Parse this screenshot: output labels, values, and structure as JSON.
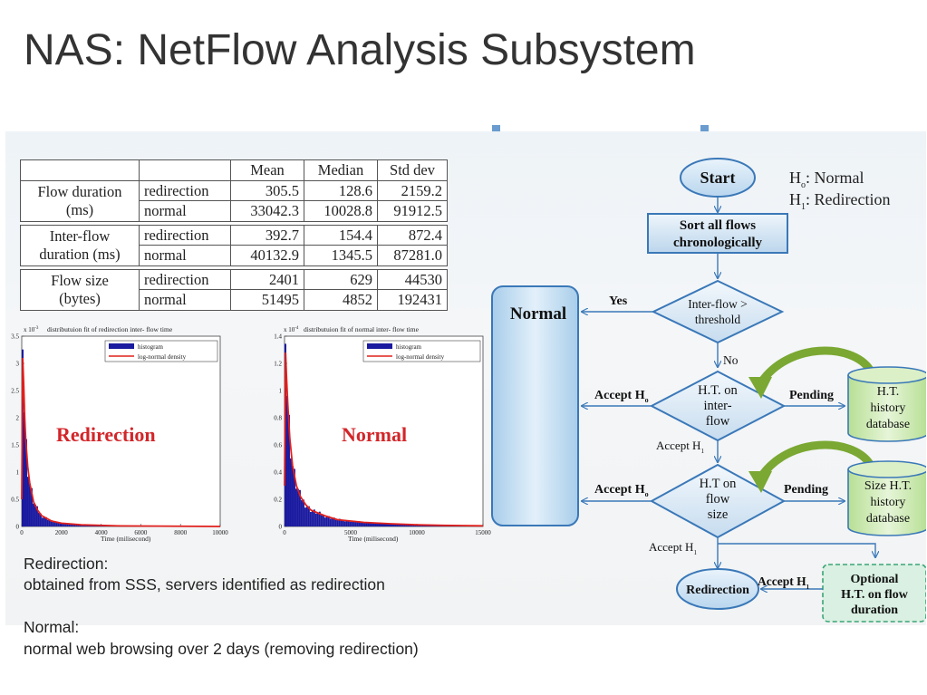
{
  "slide": {
    "title": "NAS: NetFlow Analysis Subsystem"
  },
  "table": {
    "headers": [
      "",
      "",
      "Mean",
      "Median",
      "Std dev"
    ],
    "groups": [
      {
        "label_line1": "Flow duration",
        "label_line2": "(ms)",
        "rows": [
          {
            "type": "redirection",
            "mean": "305.5",
            "median": "128.6",
            "std": "2159.2"
          },
          {
            "type": "normal",
            "mean": "33042.3",
            "median": "10028.8",
            "std": "91912.5"
          }
        ]
      },
      {
        "label_line1": "Inter-flow",
        "label_line2": "duration (ms)",
        "rows": [
          {
            "type": "redirection",
            "mean": "392.7",
            "median": "154.4",
            "std": "872.4"
          },
          {
            "type": "normal",
            "mean": "40132.9",
            "median": "1345.5",
            "std": "87281.0"
          }
        ]
      },
      {
        "label_line1": "Flow size",
        "label_line2": "(bytes)",
        "rows": [
          {
            "type": "redirection",
            "mean": "2401",
            "median": "629",
            "std": "44530"
          },
          {
            "type": "normal",
            "mean": "51495",
            "median": "4852",
            "std": "192431"
          }
        ]
      }
    ]
  },
  "plots": [
    {
      "title": "distributuion fit of redirection inter- flow time",
      "exponent": "x 10",
      "exponent_power": "-3",
      "overlay_label": "Redirection",
      "xlabel": "Time (milisecond)",
      "x_ticks": [
        "0",
        "2000",
        "4000",
        "6000",
        "8000",
        "10000"
      ],
      "y_ticks": [
        "0",
        "0.5",
        "1",
        "1.5",
        "2",
        "2.5",
        "3",
        "3.5"
      ],
      "legend": [
        "histogram",
        "log-normal density"
      ]
    },
    {
      "title": "distributuion fit of normal inter- flow time",
      "exponent": "x 10",
      "exponent_power": "-4",
      "overlay_label": "Normal",
      "xlabel": "Time (milisecond)",
      "x_ticks": [
        "0",
        "5000",
        "10000",
        "15000"
      ],
      "y_ticks": [
        "0",
        "0.2",
        "0.4",
        "0.6",
        "0.8",
        "1",
        "1.2",
        "1.4"
      ],
      "legend": [
        "histogram",
        "log-normal density"
      ]
    }
  ],
  "chart_data": [
    {
      "type": "line",
      "title": "distributuion fit of redirection inter- flow time",
      "xlabel": "Time (milisecond)",
      "ylabel": "",
      "xlim": [
        0,
        10000
      ],
      "ylim": [
        0,
        3.5
      ],
      "y_scale_note": "x 10^-3",
      "series": [
        {
          "name": "log-normal density",
          "x": [
            0,
            50,
            100,
            150,
            200,
            300,
            400,
            600,
            800,
            1000,
            1500,
            2000,
            3000,
            5000,
            10000
          ],
          "y": [
            0.5,
            3.1,
            2.6,
            2.0,
            1.6,
            1.1,
            0.8,
            0.45,
            0.3,
            0.2,
            0.1,
            0.06,
            0.03,
            0.01,
            0
          ]
        }
      ]
    },
    {
      "type": "line",
      "title": "distributuion fit of normal inter- flow time",
      "xlabel": "Time (milisecond)",
      "ylabel": "",
      "xlim": [
        0,
        15000
      ],
      "ylim": [
        0,
        1.4
      ],
      "y_scale_note": "x 10^-4",
      "series": [
        {
          "name": "log-normal density",
          "x": [
            0,
            80,
            150,
            250,
            400,
            600,
            900,
            1200,
            1600,
            2000,
            3000,
            4000,
            6000,
            8000,
            10000,
            12000,
            15000
          ],
          "y": [
            0.3,
            1.28,
            1.1,
            0.9,
            0.65,
            0.45,
            0.3,
            0.22,
            0.16,
            0.12,
            0.08,
            0.05,
            0.03,
            0.02,
            0.012,
            0.008,
            0.005
          ]
        }
      ]
    }
  ],
  "flowchart": {
    "start": "Start",
    "hypothesis": {
      "h0_prefix": "H",
      "h0_sub": "o",
      "h0_text": ":  Normal",
      "h1_prefix": "H",
      "h1_sub": "1",
      "h1_text": ":  Redirection"
    },
    "sort_line1": "Sort all flows",
    "sort_line2": "chronologically",
    "normal_box": "Normal",
    "decision1_line1": "Inter-flow >",
    "decision1_line2": "threshold",
    "yes": "Yes",
    "no": "No",
    "decision2_line1": "H.T. on",
    "decision2_line2": "inter-",
    "decision2_line3": "flow",
    "decision3_line1": "H.T on",
    "decision3_line2": "flow",
    "decision3_line3": "size",
    "accept_h0_a": "Accept H",
    "accept_h0_a_sub": "o",
    "accept_h0_b": "Accept H",
    "accept_h0_b_sub": "o",
    "accept_h1_a": "Accept H",
    "accept_h1_a_sub": "1",
    "accept_h1_b": "Accept H",
    "accept_h1_b_sub": "1",
    "accept_h1_c": "Accept H",
    "accept_h1_c_sub": "1",
    "pending_a": "Pending",
    "pending_b": "Pending",
    "db1_line1": "H.T.",
    "db1_line2": "history",
    "db1_line3": "database",
    "db2_line1": "Size H.T.",
    "db2_line2": "history",
    "db2_line3": "database",
    "redirection_box": "Redirection",
    "optional_line1": "Optional",
    "optional_line2": "H.T. on flow",
    "optional_line3": "duration"
  },
  "captions": {
    "redirection_heading": "Redirection:",
    "redirection_text": "obtained from SSS, servers identified as redirection",
    "normal_heading": "Normal:",
    "normal_text": "normal web browsing over 2 days (removing redirection)"
  },
  "colors": {
    "accent_blue": "#3a78b8",
    "db_green": "#c6e8a8",
    "arrow_green": "#7aa832",
    "density_red": "#e0201c",
    "histogram_blue": "#1a1aa0",
    "overlay_red": "#d2262a"
  }
}
